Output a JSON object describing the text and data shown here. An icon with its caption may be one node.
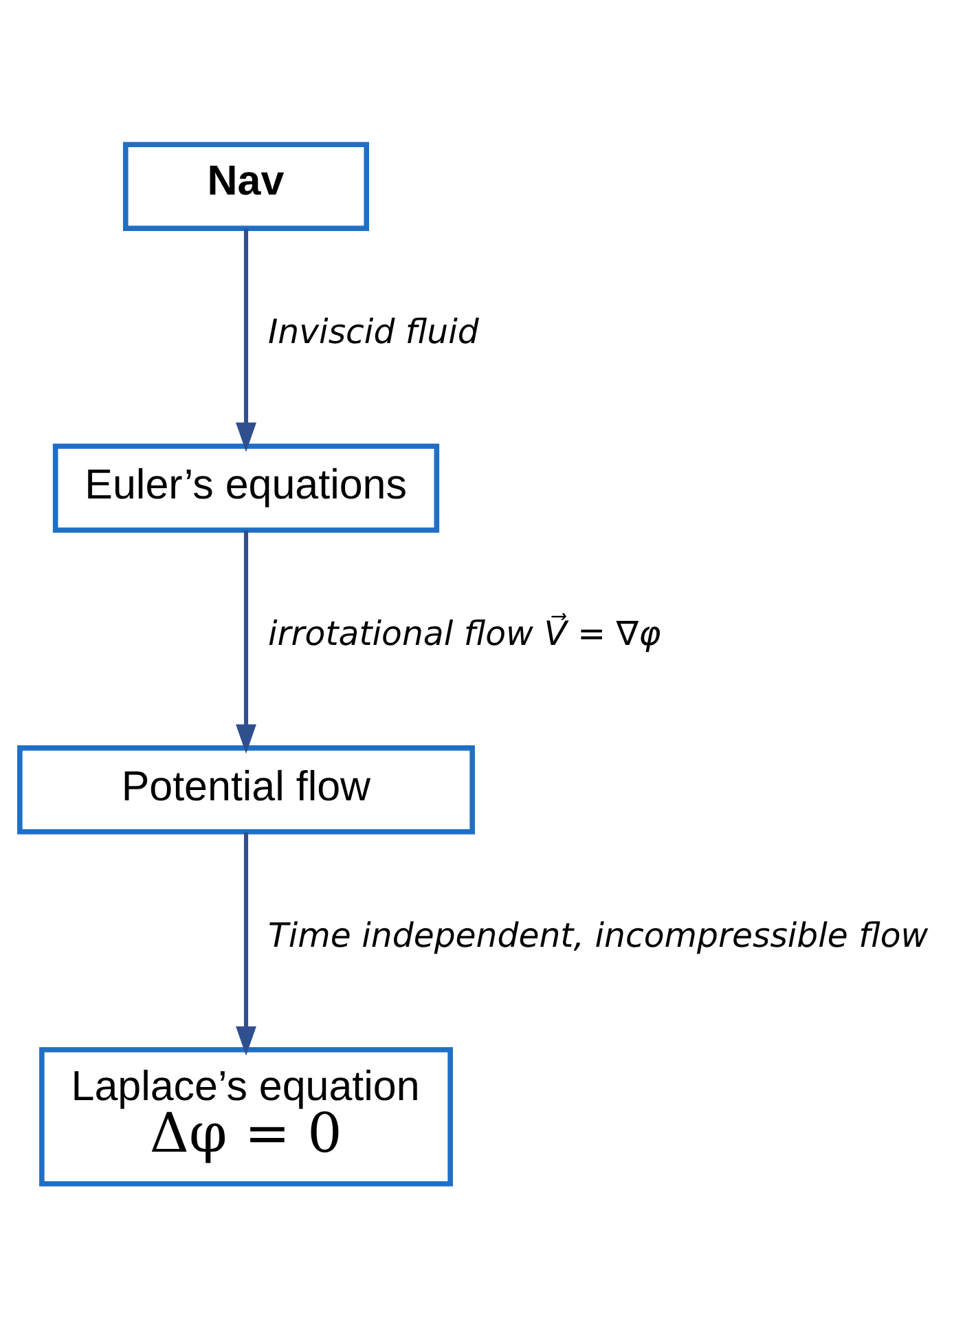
{
  "diagram": {
    "nodes": [
      {
        "text": [
          "Nav"
        ]
      },
      {
        "text": [
          "Euler’s equations"
        ]
      },
      {
        "text": [
          "Potential flow"
        ]
      },
      {
        "text": [
          "Laplace’s equation",
          "Δφ = 0"
        ]
      }
    ],
    "edges": [
      {
        "from": 0,
        "to": 1,
        "arrow": "to",
        "label": "Inviscid fluid"
      },
      {
        "from": 1,
        "to": 2,
        "arrow": "to",
        "label": "irrotational flow V⃗ = ∇φ"
      },
      {
        "from": 2,
        "to": 3,
        "arrow": "to",
        "label": "Time independent, incompressible flow"
      }
    ]
  }
}
